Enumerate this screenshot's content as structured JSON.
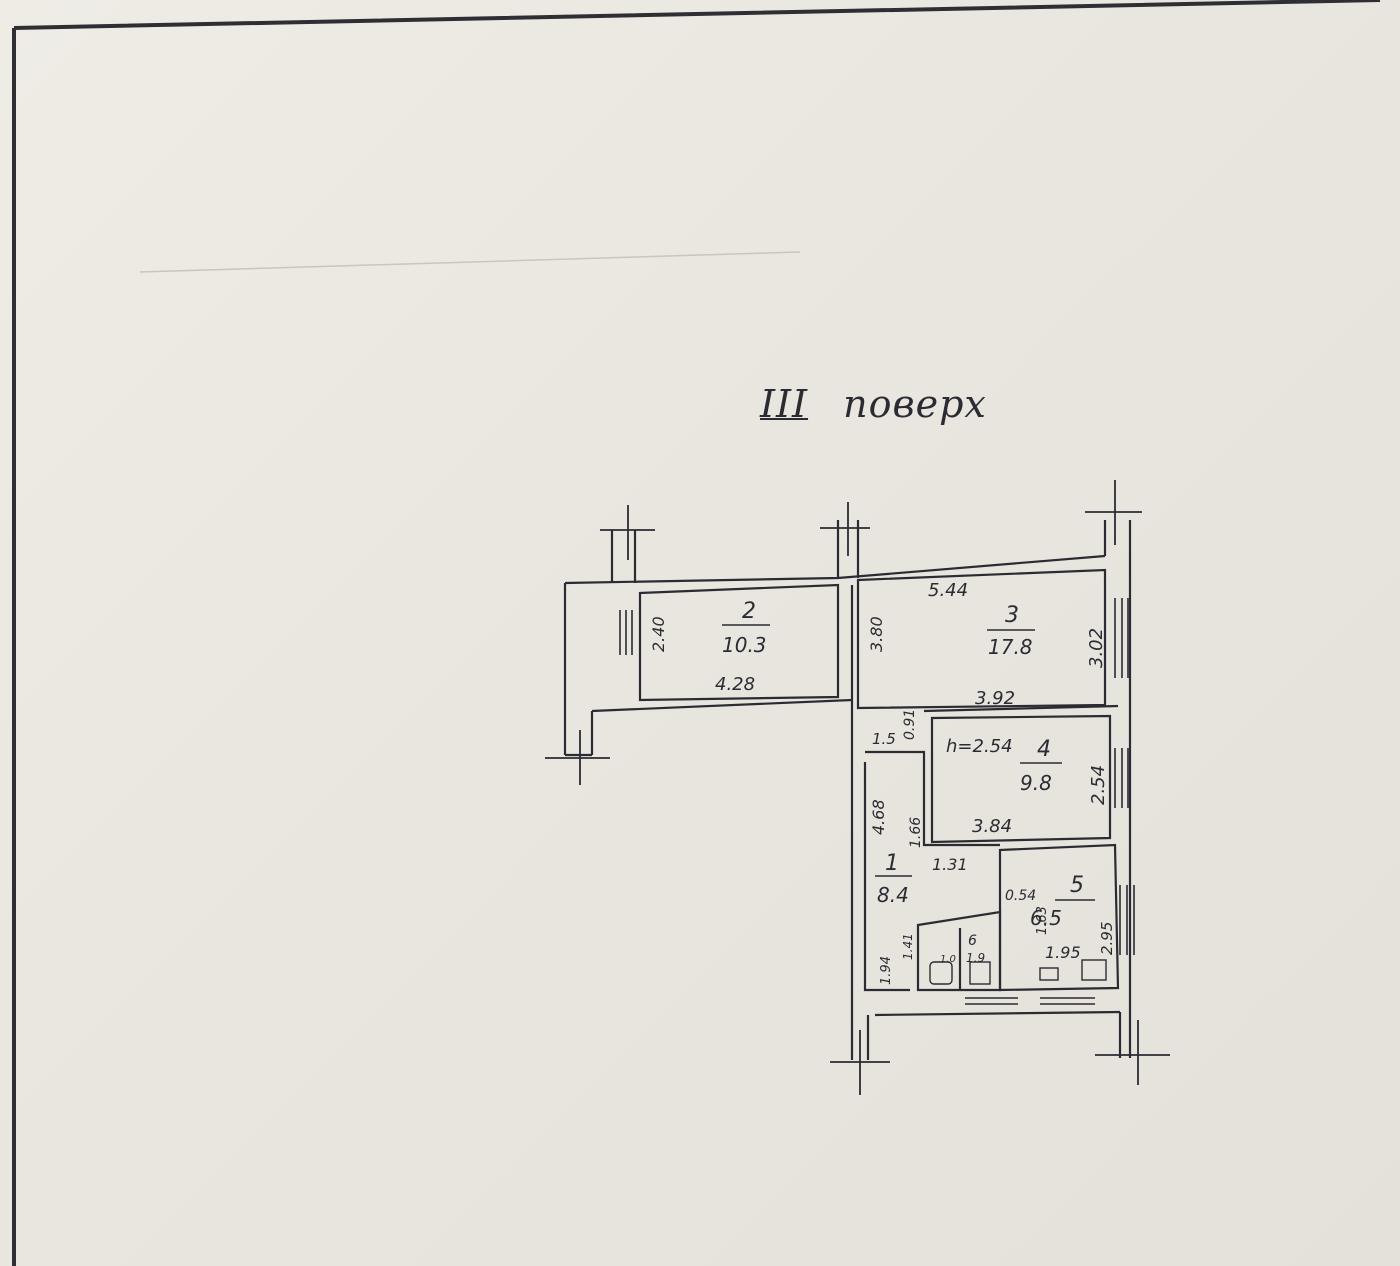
{
  "title": {
    "roman": "III",
    "word": "поверх"
  },
  "rooms": [
    {
      "number": "2",
      "area": "10.3"
    },
    {
      "number": "3",
      "area": "17.8"
    },
    {
      "number": "4",
      "area": "9.8"
    },
    {
      "number": "1",
      "area": "8.4"
    },
    {
      "number": "5",
      "area": "6.5"
    },
    {
      "number": "6",
      "area": "1.9"
    }
  ],
  "ceiling_height": "h=2.54",
  "dimensions": {
    "room2_width": "4.28",
    "room2_height": "2.40",
    "room2_right": "3.80",
    "room3_top": "5.44",
    "room3_right": "3.02",
    "room3_bottom": "3.92",
    "room4_right": "2.54",
    "room4_bottom": "3.84",
    "corr_a": "1.5",
    "corr_b": "0.91",
    "room1_left": "4.68",
    "room1_inner": "1.66",
    "room1_bottom": "1.31",
    "kitchen_a": "0.54",
    "kitchen_b": "1.63",
    "kitchen_c": "1.95",
    "kitchen_d": "2.95",
    "wc_a": "1.41",
    "wc_b": "1.94",
    "wc_area": "1.0"
  },
  "colors": {
    "ink": "#2b2b33",
    "paper": "#ebe8e2"
  }
}
